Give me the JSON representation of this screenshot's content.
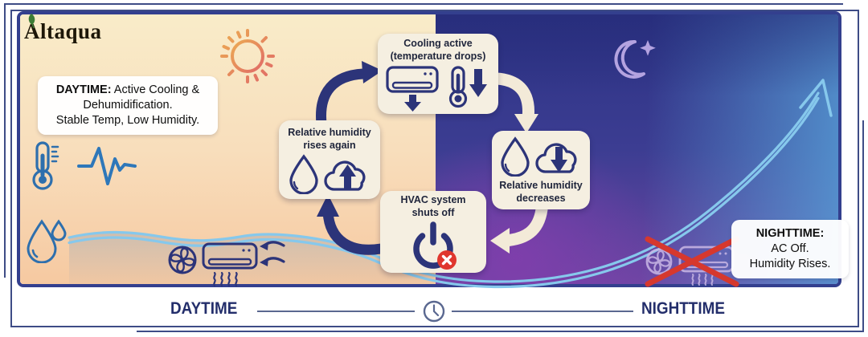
{
  "brand": {
    "name": "Altaqua"
  },
  "day_info": {
    "lead": "DAYTIME:",
    "line1": "Active Cooling &",
    "line2": "Dehumidification.",
    "line3": "Stable Temp, Low Humidity."
  },
  "night_info": {
    "lead": "NIGHTTIME:",
    "line1": "AC Off.",
    "line2": "Humidity Rises."
  },
  "flow": {
    "cooling_active": {
      "line1": "Cooling active",
      "line2": "(temperature drops)"
    },
    "humidity_rises": {
      "line1": "Relative humidity",
      "line2": "rises again"
    },
    "humidity_decreases": {
      "line1": "Relative humidity",
      "line2": "decreases"
    },
    "hvac_shutoff": {
      "line1": "HVAC system",
      "line2": "shuts off"
    }
  },
  "timeline": {
    "day": "DAYTIME",
    "night": "NIGHTTIME"
  },
  "icons": {
    "sun": "sun-icon",
    "moon": "moon-icon",
    "clock": "clock-icon",
    "thermometer": "thermometer-icon",
    "humidity": "humidity-drops-icon",
    "fan": "fan-icon",
    "ac_unit": "ac-unit-icon",
    "air_intake": "air-intake-arrows-icon",
    "ac_crossed": "ac-crossed-icon",
    "power": "power-off-icon",
    "cancel": "cancel-badge-icon",
    "droplet": "droplet-icon",
    "cloud_up": "cloud-up-arrow-icon",
    "cloud_down": "cloud-down-arrow-icon"
  },
  "colors": {
    "navy": "#2c3479",
    "label_navy": "#232e6b",
    "cream": "#f5efe1",
    "day_top": "#f9ecc9",
    "day_bottom": "#f6c9a1",
    "night_navy": "#2c3284",
    "night_purple": "#7d42ab",
    "night_blue": "#569cd5",
    "line_blue": "#2e79bb",
    "light_blue": "#86c8ec",
    "alert_red": "#e0372e",
    "leaf_green": "#3e7d36"
  }
}
